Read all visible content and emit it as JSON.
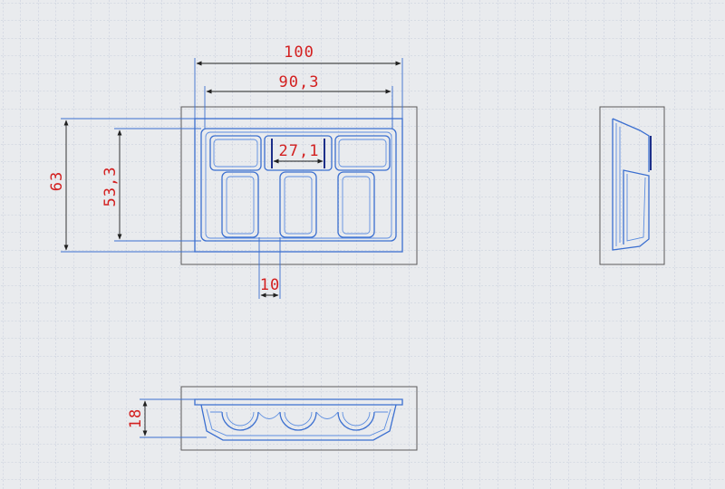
{
  "drawing": {
    "colors": {
      "background": "#e9ebee",
      "grid": "#b9c2d4",
      "part_outline": "#3b6fd0",
      "dimension_text": "#d32020",
      "dimension_line": "#202020"
    },
    "dimensions": {
      "overall_width": "100",
      "inner_width": "90,3",
      "overall_height": "63",
      "inner_height": "53,3",
      "slot_width": "27,1",
      "rib_width": "10",
      "depth": "18"
    }
  }
}
